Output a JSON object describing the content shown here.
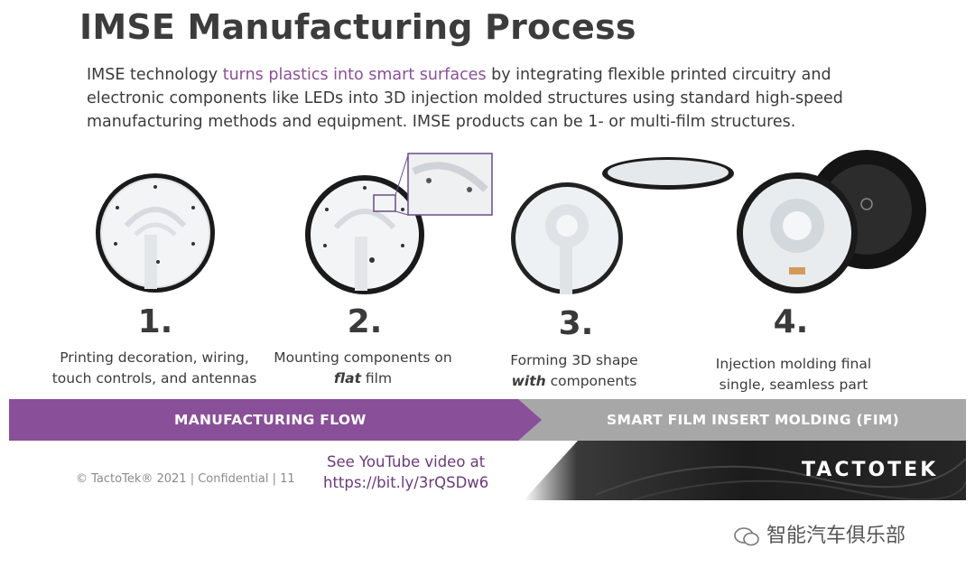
{
  "title": "IMSE Manufacturing Process",
  "intro": {
    "before": "IMSE technology ",
    "highlight": "turns plastics into smart surfaces",
    "after": " by integrating flexible printed circuitry and electronic components like LEDs into 3D injection molded structures using standard high-speed manufacturing methods and equipment. IMSE products can be 1- or multi-film structures."
  },
  "steps": [
    {
      "number": "1.",
      "line1": "Printing decoration, wiring,",
      "line2": "touch controls, and antennas"
    },
    {
      "number": "2.",
      "line1": "Mounting components on",
      "line2_bold": "flat",
      "line2_rest": " film"
    },
    {
      "number": "3.",
      "line1": "Forming 3D shape",
      "line2_bold": "with",
      "line2_rest": " components"
    },
    {
      "number": "4.",
      "line1": "Injection molding final",
      "line2": "single, seamless part"
    }
  ],
  "flow": {
    "left_label": "MANUFACTURING FLOW",
    "right_label": "SMART FILM INSERT MOLDING (FIM)"
  },
  "footer": {
    "copyright": "© TactoTek® 2021 | Confidential | 11",
    "video_line1": "See YouTube video at",
    "video_line2": "https://bit.ly/3rQSDw6",
    "logo": "TACTOTEK"
  },
  "watermark": "智能汽车俱乐部",
  "colors": {
    "purple": "#8a4f99",
    "gray": "#a7a7a7",
    "highlight": "#8b4f98"
  }
}
